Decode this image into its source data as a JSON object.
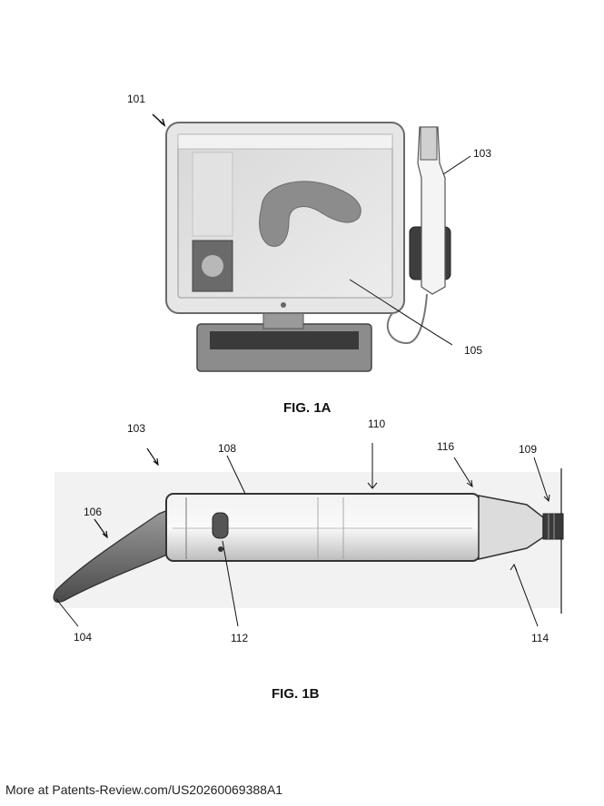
{
  "fig1a": {
    "caption": "FIG. 1A",
    "labels": {
      "l101": "101",
      "l103": "103",
      "l105": "105"
    }
  },
  "fig1b": {
    "caption": "FIG. 1B",
    "labels": {
      "l103": "103",
      "l106": "106",
      "l104": "104",
      "l108": "108",
      "l110": "110",
      "l112": "112",
      "l116": "116",
      "l109": "109",
      "l114": "114"
    }
  },
  "footer": {
    "text": "More at Patents-Review.com/US20260069388A1"
  }
}
